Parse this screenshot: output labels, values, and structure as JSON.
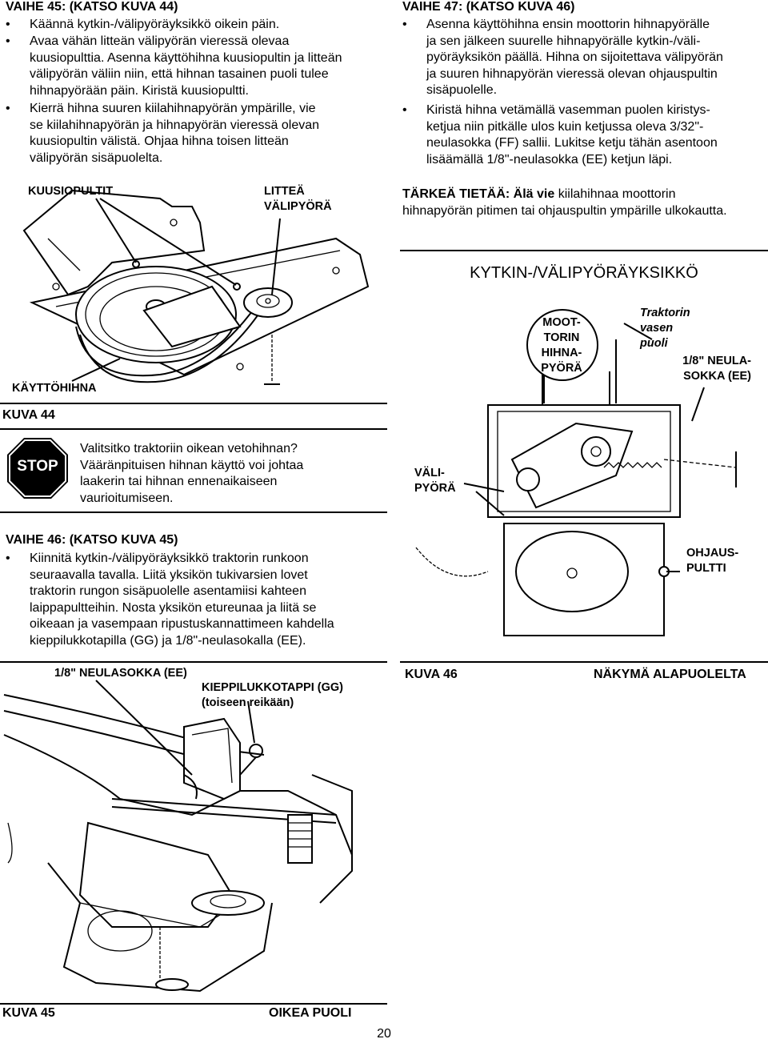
{
  "step45": {
    "heading": "VAIHE 45: (KATSO KUVA 44)",
    "bullets": [
      [
        "Käännä kytkin-/välipyöräyksikkö oikein päin."
      ],
      [
        "Avaa vähän litteän välipyörän vieressä olevaa",
        "kuusiopulttia. Asenna käyttöhihna kuusiopultin ja litteän",
        "välipyörän väliin niin, että hihnan tasainen puoli tulee",
        "hihnapyörään päin. Kiristä kuusiopultti."
      ],
      [
        "Kierrä hihna suuren kiilahihnapyörän ympärille, vie",
        "se kiilahihnapyörän ja hihnapyörän vieressä olevan",
        "kuusiopultin välistä. Ohjaa hihna toisen litteän",
        "välipyörän sisäpuolelta."
      ]
    ]
  },
  "fig44": {
    "label_bolts": "KUUSIOPULTIT",
    "label_flat_idler_1": "LITTEÄ",
    "label_flat_idler_2": "VÄLIPYÖRÄ",
    "label_belt": "KÄYTTÖHIHNA",
    "caption": "KUVA 44"
  },
  "stop_notice": {
    "sign_text": "STOP",
    "lines": [
      "Valitsitko traktoriin oikean vetohihnan?",
      "Vääränpituisen hihnan käyttö voi johtaa",
      "laakerin tai hihnan ennenaikaiseen",
      "vaurioitumiseen."
    ]
  },
  "step46": {
    "heading": "VAIHE 46: (KATSO KUVA 45)",
    "lines": [
      "Kiinnitä kytkin-/välipyöräyksikkö traktorin runkoon",
      "seuraavalla tavalla. Liitä yksikön tukivarsien lovet",
      "traktorin rungon sisäpuolelle asentamiisi kahteen",
      "laippapultteihin. Nosta yksikön etureunaa ja liitä se",
      "oikeaan ja vasempaan ripustuskannattimeen kahdella",
      "kieppilukkotapilla (GG) ja 1/8\"-neulasokalla (EE)."
    ]
  },
  "fig45": {
    "label_cotter": "1/8\" NEULASOKKA (EE)",
    "label_clevis_1": "KIEPPILUKKOTAPPI (GG)",
    "label_clevis_2": "(toiseen reikään)",
    "caption": "KUVA 45",
    "side": "OIKEA PUOLI"
  },
  "step47": {
    "heading": "VAIHE 47: (KATSO KUVA 46)",
    "bullets": [
      [
        "Asenna käyttöhihna ensin moottorin hihnapyörälle",
        "ja sen jälkeen suurelle hihnapyörälle kytkin-/väli-",
        "pyöräyksikön päällä. Hihna on sijoitettava välipyörän",
        "ja suuren hihnapyörän vieressä olevan ohjauspultin",
        "sisäpuolelle."
      ],
      [
        "Kiristä hihna vetämällä vasemman puolen kiristys-",
        "ketjua niin pitkälle ulos kuin ketjussa oleva 3/32\"-",
        "neulasokka (FF) sallii. Lukitse ketju tähän asentoon",
        "lisäämällä 1/8\"-neulasokka (EE) ketjun läpi."
      ]
    ]
  },
  "important": {
    "prefix": "TÄRKEÄ TIETÄÄ:",
    "emph": "Älä vie",
    "line1_rest": "kiilahihnaa moottorin",
    "line2": "hihnapyörän pitimen tai ohjauspultin ympärille ulkokautta."
  },
  "fig46": {
    "title": "KYTKIN-/VÄLIPYÖRÄYKSIKKÖ",
    "engine_pulley": [
      "MOOT-",
      "TORIN",
      "HIHNA-",
      "PYÖRÄ"
    ],
    "tractor_left": [
      "Traktorin",
      "vasen",
      "puoli"
    ],
    "cotter": [
      "1/8\" NEULA-",
      "SOKKA (EE)"
    ],
    "idler": [
      "VÄLI-",
      "PYÖRÄ"
    ],
    "guide_bolt": [
      "OHJAUS-",
      "PULTTI"
    ],
    "caption": "KUVA 46",
    "view": "NÄKYMÄ ALAPUOLELTA"
  },
  "page_number": "20"
}
